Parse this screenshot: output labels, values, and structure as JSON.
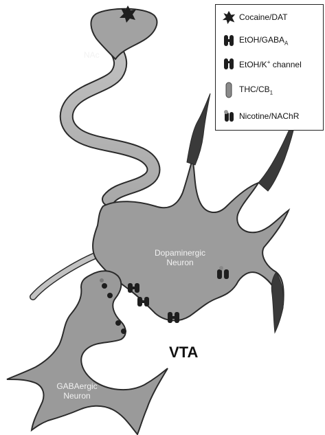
{
  "labels": {
    "nac": "NAc",
    "dopaminergic_line1": "Dopaminergic",
    "dopaminergic_line2": "Neuron",
    "gabaergic_line1": "GABAergic",
    "gabaergic_line2": "Neuron",
    "vta": "VTA"
  },
  "legend": {
    "items": [
      {
        "id": "cocaine",
        "base": "Cocaine/DAT",
        "sub": "",
        "sup": "",
        "icon": "cocaine-dat-icon"
      },
      {
        "id": "gaba",
        "base": "EtOH/GABA",
        "sub": "A",
        "sup": "",
        "icon": "etoh-gaba-icon"
      },
      {
        "id": "kchannel",
        "base": "EtOH/K",
        "sub": "",
        "sup": "+",
        "tail": " channel",
        "icon": "etoh-k-channel-icon"
      },
      {
        "id": "thc",
        "base": "THC/CB",
        "sub": "1",
        "sup": "",
        "icon": "thc-cb1-icon"
      },
      {
        "id": "nicotine",
        "base": "Nicotine/NAChR",
        "sub": "",
        "sup": "",
        "icon": "nicotine-nachr-icon"
      }
    ]
  },
  "colors": {
    "neuron_fill": "#9a9a9a",
    "neuron_light": "#c8c8c8",
    "outline": "#2a2a2a",
    "receptor_dark": "#1e1e1e"
  }
}
